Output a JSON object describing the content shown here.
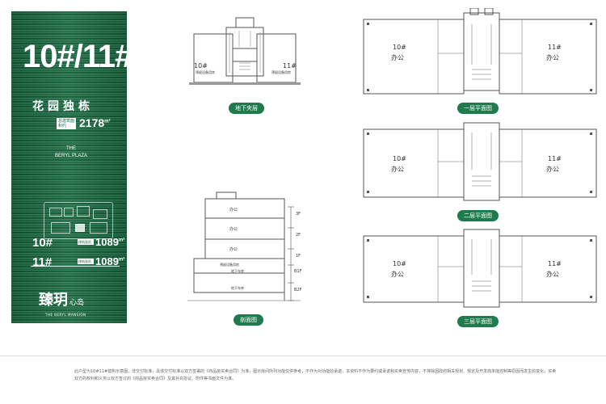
{
  "panel": {
    "title": "10#/11#",
    "subtitle": "花园独栋",
    "area_label": "总建筑面积约",
    "area_value": "2178",
    "area_unit": "m²",
    "english_line1": "THE",
    "english_line2": "BERYL PLAZA",
    "units": [
      {
        "num": "10#",
        "tag": "建筑面积",
        "value": "1089",
        "unit": "m²"
      },
      {
        "num": "11#",
        "tag": "建筑面积",
        "value": "1089",
        "unit": "m²"
      }
    ],
    "logo_text": "臻玥",
    "logo_small": "心岛",
    "logo_english": "THE BERYL MANSION"
  },
  "basement_plan": {
    "label": "地下夹层",
    "left_tag": "10#",
    "right_tag": "11#",
    "left_note": "预留设备用房",
    "right_note": "预留设备用房"
  },
  "section_plan": {
    "label": "剖面图",
    "floors": [
      "3F",
      "2F",
      "1F",
      "B1F",
      "B2F"
    ],
    "rooms": [
      "办公",
      "办公",
      "办公",
      "预留设备用房",
      "地下车库",
      "地下车库"
    ]
  },
  "floor_plans": [
    {
      "label": "一层平面图",
      "left_num": "10#",
      "left_use": "办公",
      "right_num": "11#",
      "right_use": "办公"
    },
    {
      "label": "二层平面图",
      "left_num": "10#",
      "left_use": "办公",
      "right_num": "11#",
      "right_use": "办公"
    },
    {
      "label": "三层平面图",
      "left_num": "10#",
      "left_use": "办公",
      "right_num": "11#",
      "right_use": "办公"
    }
  ],
  "disclaimer": "此户型为10#11#错构示意图，非交付标准，具体交付标准以双方签署的《商品房买卖合同》为准，图示房间所列功能仅供参考，不作为对功能的承诺，本资料不作为要约或承诺和买卖宣传内容，不排除因政府相关规划、规定及开发商未能控制等原因而发生的变化，买卖双方的权利和义务以双方签订的《商品房买卖合同》及其补充协议、附件等书面文件为准。"
}
